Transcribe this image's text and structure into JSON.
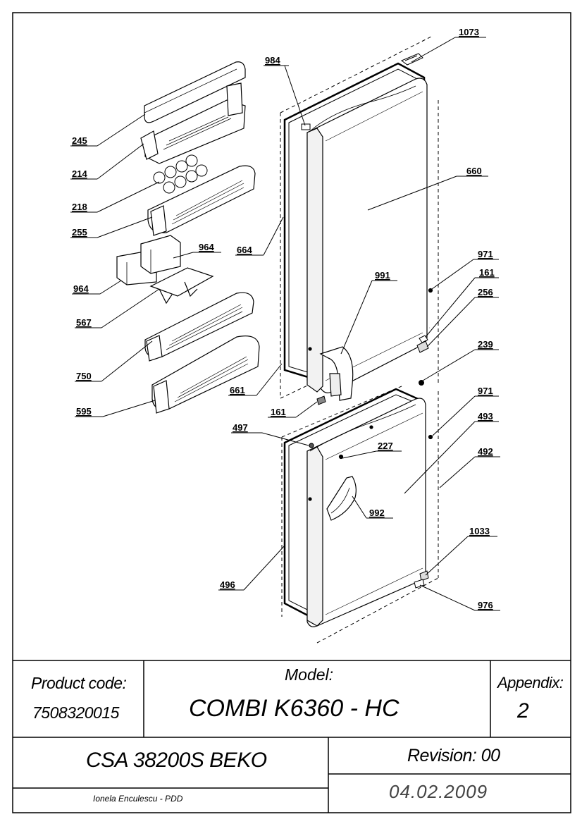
{
  "part_numbers": {
    "p1073": "1073",
    "p984": "984",
    "p245": "245",
    "p214": "214",
    "p218": "218",
    "p255": "255",
    "p660": "660",
    "p664": "664",
    "p964a": "964",
    "p964b": "964",
    "p971a": "971",
    "p161a": "161",
    "p991": "991",
    "p256": "256",
    "p567": "567",
    "p750": "750",
    "p239": "239",
    "p661": "661",
    "p595": "595",
    "p161b": "161",
    "p971b": "971",
    "p493": "493",
    "p497": "497",
    "p227": "227",
    "p492": "492",
    "p992": "992",
    "p1033": "1033",
    "p496": "496",
    "p976": "976"
  },
  "title_block": {
    "product_code_label": "Product code:",
    "product_code_value": "7508320015",
    "model_label": "Model:",
    "model_value": "COMBI K6360 - HC",
    "appendix_label": "Appendix:",
    "appendix_value": "2",
    "product_name": "CSA 38200S BEKO",
    "revision": "Revision: 00",
    "author": "Ionela Enculescu - PDD",
    "date": "04.02.2009"
  }
}
